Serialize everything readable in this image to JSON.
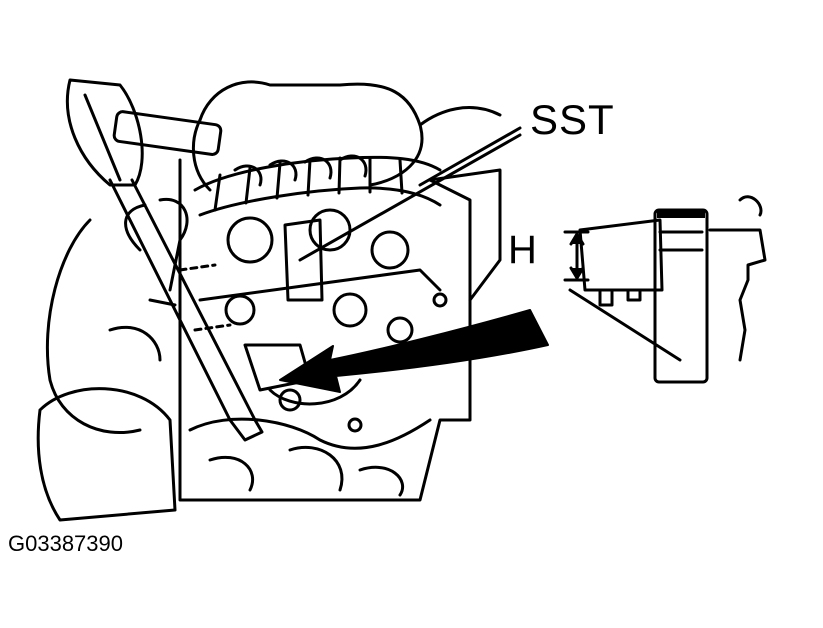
{
  "labels": {
    "sst": "SST",
    "height": "H",
    "figure_id": "G03387390"
  },
  "colors": {
    "ink": "#000000",
    "paper": "#ffffff"
  }
}
